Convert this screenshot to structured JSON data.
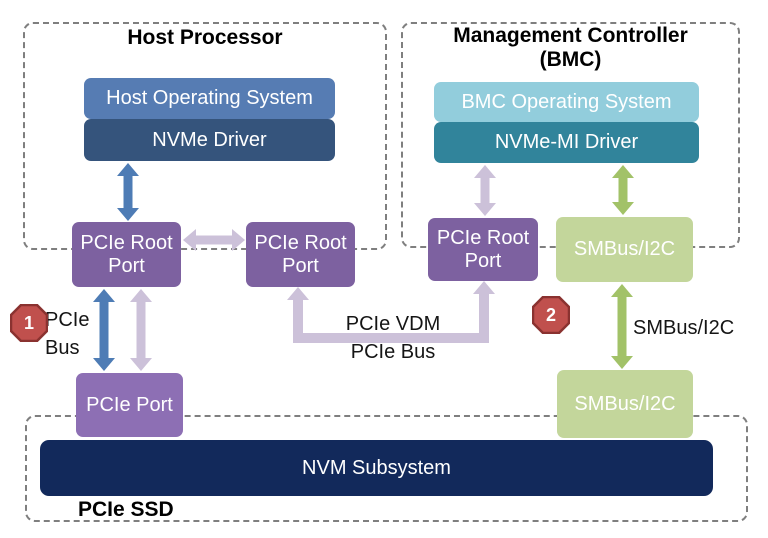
{
  "host": {
    "title": "Host Processor",
    "host_os": "Host Operating System",
    "nvme_driver": "NVMe Driver",
    "root_port_left": "PCIe Root Port",
    "root_port_right": "PCIe Root Port"
  },
  "bmc": {
    "title_line1": "Management Controller",
    "title_line2": "(BMC)",
    "bmc_os": "BMC Operating System",
    "nvme_mi_driver": "NVMe-MI Driver",
    "root_port": "PCIe Root Port",
    "smbus": "SMBus/I2C"
  },
  "ssd": {
    "title": "PCIe SSD",
    "pcie_port": "PCIe Port",
    "smbus": "SMBus/I2C",
    "nvm_subsystem": "NVM Subsystem"
  },
  "labels": {
    "pcie_bus_line1": "PCIe",
    "pcie_bus_line2": "Bus",
    "vdm_line1": "PCIe VDM",
    "vdm_line2": "PCIe Bus",
    "smbus_link": "SMBus/I2C"
  },
  "badges": {
    "one": "1",
    "two": "2"
  },
  "colors": {
    "dash": "#7F7F7F",
    "host_os": "#567CB3",
    "nvme_driver": "#35547C",
    "root_port": "#7D61A0",
    "pcie_port": "#8D6FB4",
    "bmc_os": "#92CDDC",
    "nvme_mi": "#31849B",
    "smbus": "#C3D69B",
    "nvm": "#12295B",
    "arrow_blue": "#4E7CB5",
    "arrow_lavender": "#CCC1D9",
    "arrow_green": "#A2C268",
    "badge_fill": "#C0504D",
    "badge_stroke": "#8A3230"
  }
}
